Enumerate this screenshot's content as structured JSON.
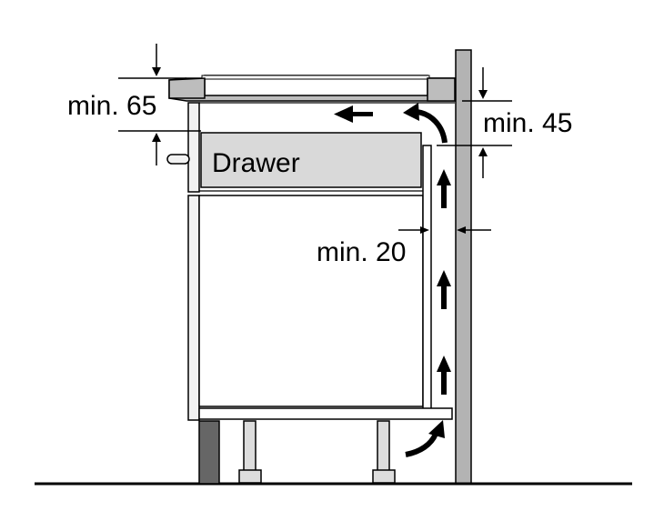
{
  "labels": {
    "drawer": "Drawer",
    "min_top_left": "min. 65",
    "min_top_right": "min. 45",
    "min_gap": "min. 20"
  },
  "colors": {
    "line": "#000000",
    "wall": "#b3b3b3",
    "cooktop_edge": "#bdbdbd",
    "drawer_fill": "#d9d9d9",
    "cabinet_side": "#f2f2f2",
    "plinth": "#666666",
    "foot": "#dddddd",
    "background": "#ffffff"
  },
  "icons": [
    "arrow-left-icon",
    "arrow-up-icon",
    "arrow-down-icon",
    "curved-arrow-icon"
  ]
}
